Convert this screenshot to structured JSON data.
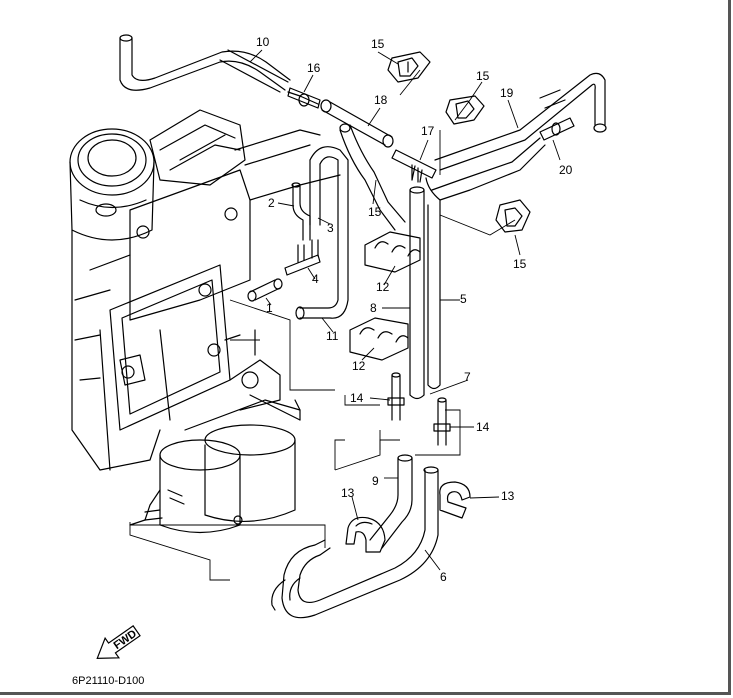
{
  "diagram_code": "6P21110-D100",
  "fwd_label": "FWD",
  "part_labels": [
    "1",
    "2",
    "3",
    "4",
    "5",
    "6",
    "7",
    "8",
    "9",
    "10",
    "11",
    "12",
    "13",
    "14",
    "15",
    "16",
    "17",
    "18",
    "19",
    "20"
  ]
}
